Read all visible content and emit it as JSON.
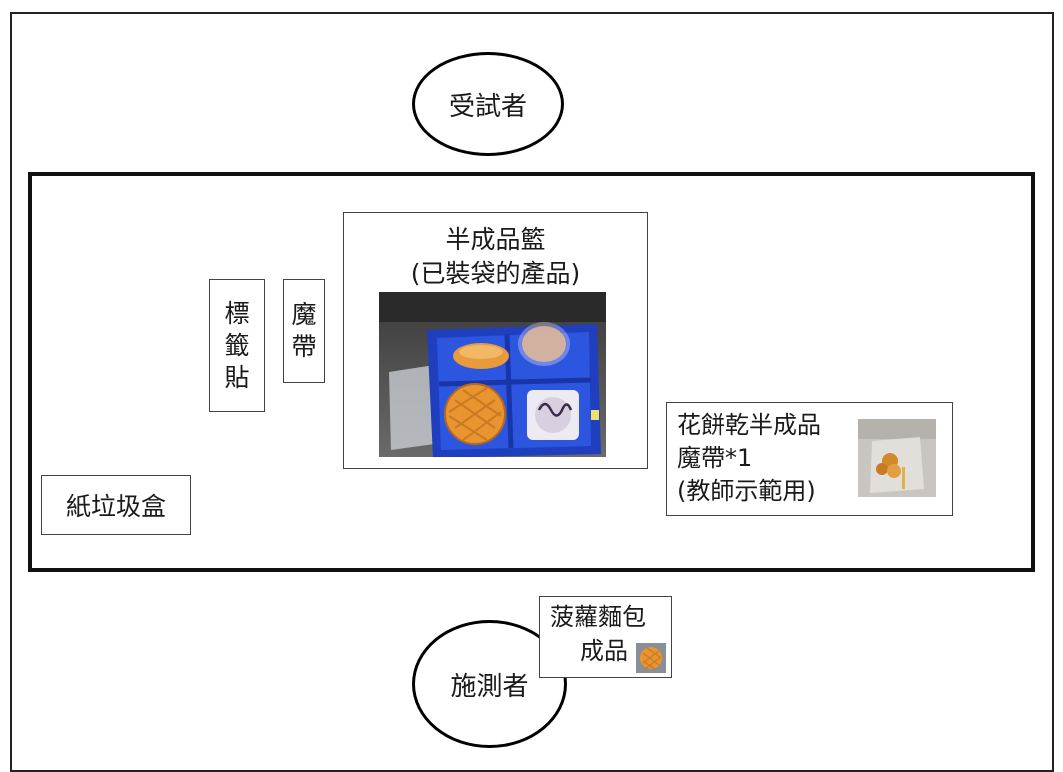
{
  "outer_room": true,
  "participant": {
    "label": "受試者"
  },
  "examiner": {
    "label": "施測者"
  },
  "label_sticker": {
    "chars": [
      "標",
      "籤",
      "貼"
    ]
  },
  "magic_tape": {
    "chars": [
      "魔",
      "帶"
    ]
  },
  "basket": {
    "title_line1": "半成品籃",
    "title_line2": "(已裝袋的產品)",
    "photo_icon": "blue-tray-with-bagged-breads-photo"
  },
  "trash": {
    "label": "紙垃圾盒"
  },
  "demo": {
    "line1": "花餅乾半成品",
    "line2": "魔帶*1",
    "line3": "(教師示範用)",
    "photo_icon": "bagged-cookie-with-tie-photo"
  },
  "finished": {
    "line1": "菠蘿麵包",
    "line2": "成品",
    "photo_icon": "pineapple-bun-photo"
  },
  "colors": {
    "tray_blue": "#1f3fbf",
    "bun_orange": "#e89a3c",
    "background_gray": "#4a4a4a"
  }
}
